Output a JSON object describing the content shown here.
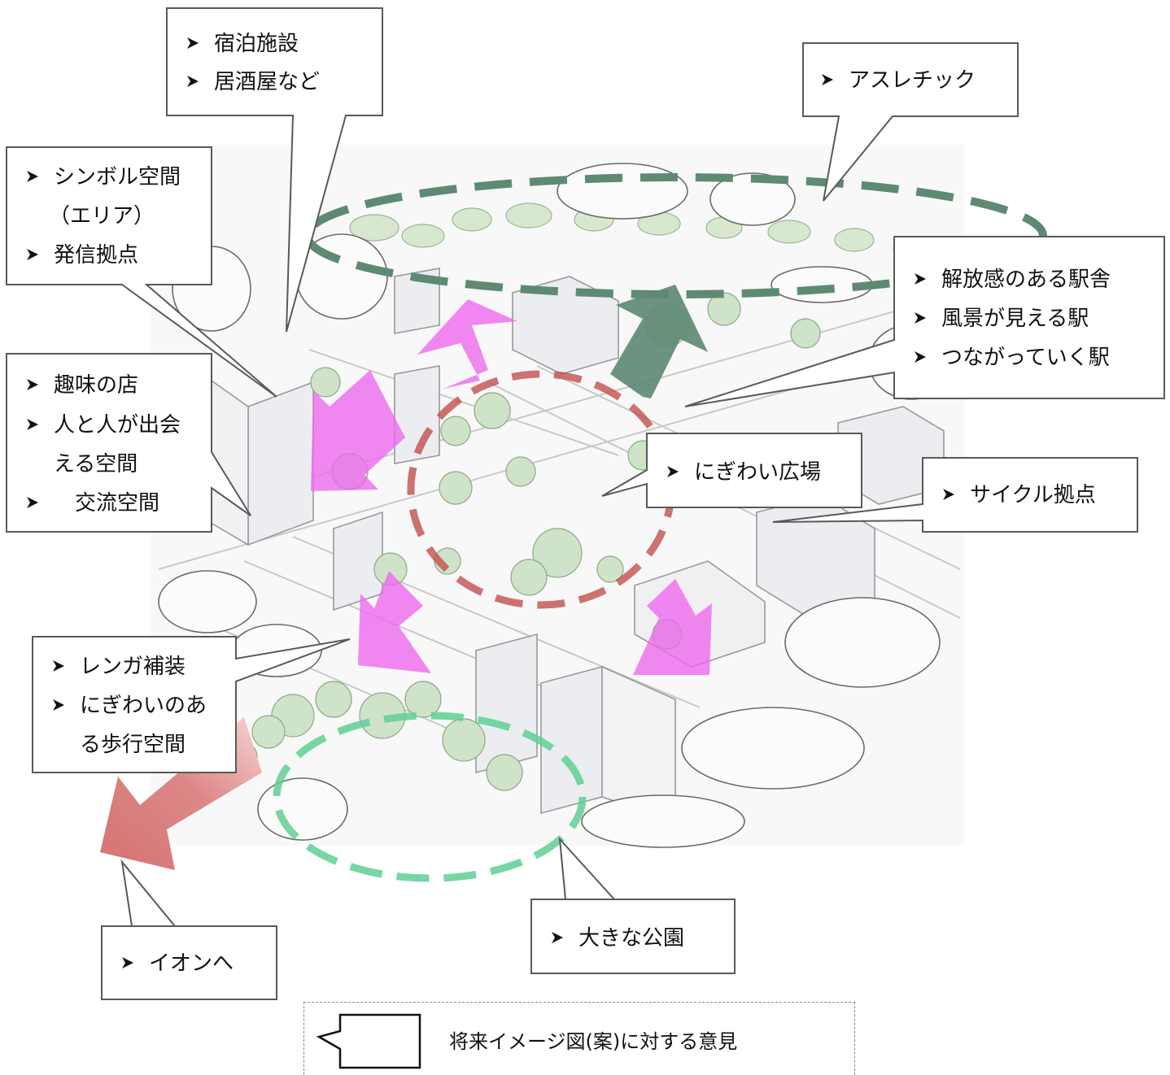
{
  "callouts": {
    "lodging": [
      "宿泊施設",
      "居酒屋など"
    ],
    "athletic": [
      "アスレチック"
    ],
    "symbol": [
      "シンボル空間",
      "（エリア）",
      "発信拠点"
    ],
    "station": [
      "解放感のある駅舎",
      "風景が見える駅",
      "つながっていく駅"
    ],
    "hobby": [
      "趣味の店",
      "人と人が出会",
      "える空間",
      "　交流空間"
    ],
    "plaza": [
      "にぎわい広場"
    ],
    "cycle": [
      "サイクル拠点"
    ],
    "brick": [
      "レンガ補装",
      "にぎわいのあ",
      "る歩行空間"
    ],
    "park": [
      "大きな公園"
    ],
    "aeon": [
      "イオンへ"
    ]
  },
  "legend": {
    "label": "将来イメージ図(案)に対する意見"
  },
  "colors": {
    "frame": "#595959",
    "green_dark": "#5e8a74",
    "green_light": "#5fcf94",
    "red_circle": "#c0504d",
    "magenta": "#ee66ee",
    "salmon": "#d97b7b"
  },
  "icons": {
    "bullet": "arrowhead-bullet-icon"
  }
}
